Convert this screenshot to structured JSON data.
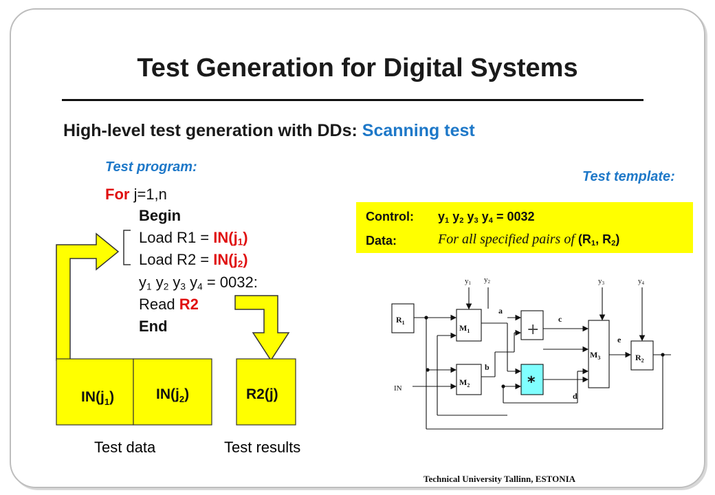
{
  "slide": {
    "title": "Test Generation for Digital Systems",
    "subtitle_main": "High-level test generation with DDs: ",
    "subtitle_accent": "Scanning test",
    "footer": "Technical University Tallinn, ESTONIA"
  },
  "program": {
    "label": "Test program:",
    "for_kw": "For",
    "for_rest": " j=1,n",
    "begin": "Begin",
    "load1_prefix": "Load R1 = ",
    "load1_value": "IN(j",
    "load1_sub": "1",
    "load2_prefix": "Load R2 = ",
    "load2_value": "IN(j",
    "load2_sub": "2",
    "control_line": "= 0032:",
    "read_prefix": "Read ",
    "read_reg": "R2",
    "end": "End"
  },
  "template": {
    "label": "Test template:",
    "control_label": "Control:",
    "control_value": "= 0032",
    "data_label": "Data:",
    "data_text": "For all specified pairs of",
    "data_pair": "(R",
    "data_pair_mid": ", R",
    "data_pair_end": ")"
  },
  "data_cells": {
    "cell1": "IN(j",
    "cell1_sub": "1",
    "cell2": "IN(j",
    "cell2_sub": "2",
    "cell3": "R2(j)",
    "test_data": "Test data",
    "test_results": "Test results"
  },
  "circuit": {
    "r1": "R",
    "r1_sub": "1",
    "r2": "R",
    "r2_sub": "2",
    "m1": "M",
    "m1_sub": "1",
    "m2": "M",
    "m2_sub": "2",
    "m3": "M",
    "m3_sub": "3",
    "plus": "+",
    "mult": "*",
    "input": "IN",
    "y1": "y",
    "y1_sub": "1",
    "y2": "y",
    "y2_sub": "2",
    "y3": "y",
    "y3_sub": "3",
    "y4": "y",
    "y4_sub": "4",
    "sig_a": "a",
    "sig_b": "b",
    "sig_c": "c",
    "sig_d": "d",
    "sig_e": "e"
  },
  "colors": {
    "accent_blue": "#1e78c8",
    "keyword_red": "#e01010",
    "highlight_yellow": "#ffff00",
    "mult_cyan": "#80ffff"
  }
}
